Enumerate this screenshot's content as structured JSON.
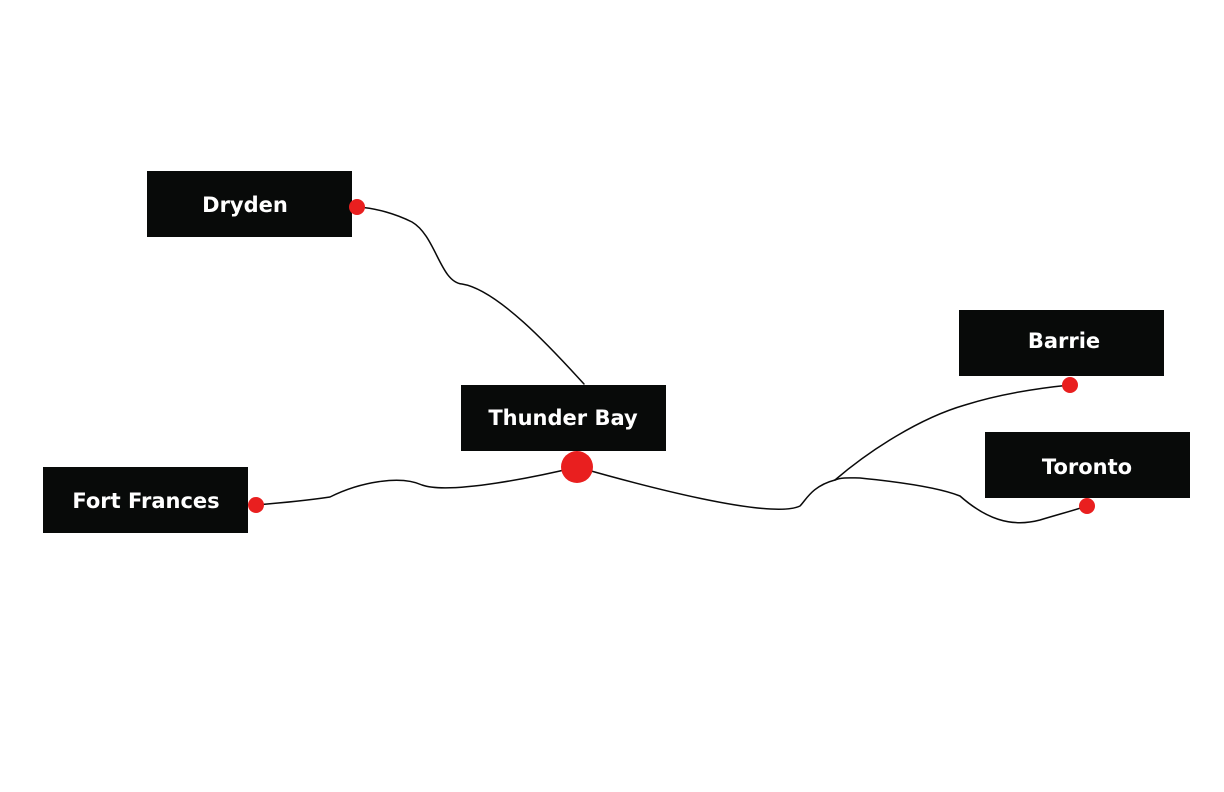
{
  "colors": {
    "background": "#ffffff",
    "label_background": "#080a09",
    "label_text": "#ffffff",
    "route_line": "#0a0a0a",
    "marker": "#e91f1f"
  },
  "cities": [
    {
      "id": "dryden",
      "name": "Dryden",
      "marker": "small"
    },
    {
      "id": "thunder-bay",
      "name": "Thunder Bay",
      "marker": "hub"
    },
    {
      "id": "fort-frances",
      "name": "Fort Frances",
      "marker": "small"
    },
    {
      "id": "barrie",
      "name": "Barrie",
      "marker": "small"
    },
    {
      "id": "toronto",
      "name": "Toronto",
      "marker": "small"
    }
  ],
  "routes": [
    {
      "from": "Thunder Bay",
      "to": "Dryden"
    },
    {
      "from": "Thunder Bay",
      "to": "Fort Frances"
    },
    {
      "from": "Thunder Bay",
      "to": "Barrie"
    },
    {
      "from": "Thunder Bay",
      "to": "Toronto"
    }
  ]
}
